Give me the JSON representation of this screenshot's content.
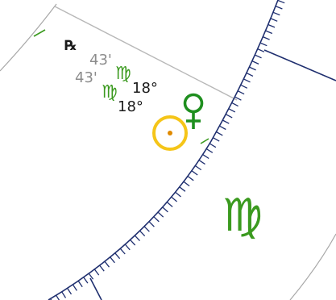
{
  "colors": {
    "ring": "#1f2f6f",
    "green": "#3b9a1f",
    "sun": "#f5c518",
    "sun_dot": "#e08a00",
    "venus": "#1f8f1f",
    "text": "#1a1a1a",
    "muted": "#8c8c8c",
    "line": "#b8b8b8",
    "inner_arc": "#a8a8a8"
  },
  "icons": {
    "sun": "sun-icon",
    "venus": "venus-icon",
    "retrograde": "retrograde-icon",
    "virgo": "virgo-icon"
  },
  "chart": {
    "retrograde_symbol": "℞",
    "planet_a": {
      "minutes": "43'",
      "sign_glyph": "♍",
      "degrees": "18°"
    },
    "planet_b": {
      "minutes": "43'",
      "sign_glyph": "♍",
      "degrees": "18°"
    },
    "zodiac_sign_glyph": "♍"
  }
}
